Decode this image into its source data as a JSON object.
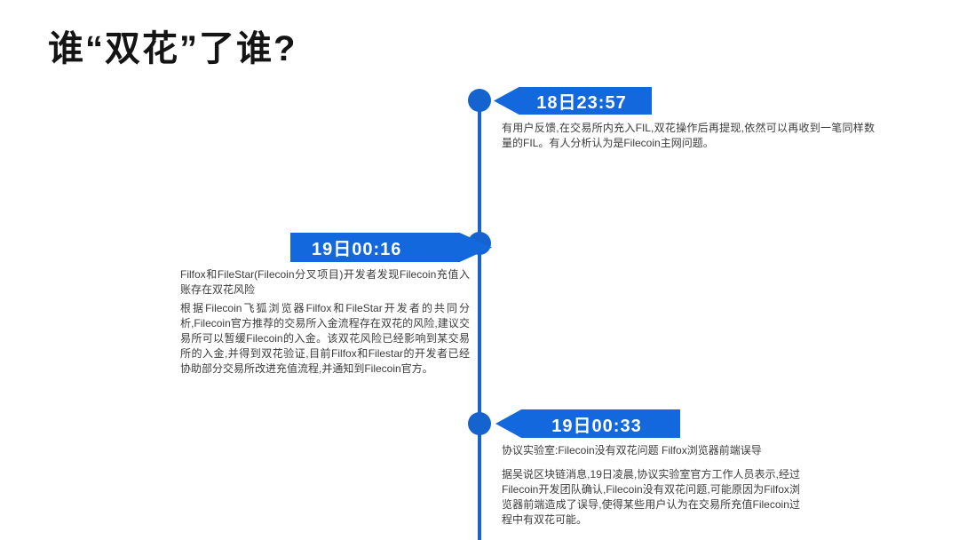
{
  "slide": {
    "title": "谁“双花”了谁?"
  },
  "colors": {
    "accent_blue": "#1268DC",
    "timeline_blue": "#1463CE",
    "badge_text": "#ffffff",
    "text_dark": "#3c3c3c",
    "title_color": "#141414",
    "slide_bg": "#ffffff"
  },
  "timeline": {
    "events": [
      {
        "time": "18日23:57",
        "side": "right",
        "body": "有用户反馈,在交易所内充入FIL,双花操作后再提现,依然可以再收到一笔同样数量的FIL。有人分析认为是Filecoin主网问题。"
      },
      {
        "time": "19日00:16",
        "side": "left",
        "heading": "Filfox和FileStar(Filecoin分叉项目)开发者发现Filecoin充值入账存在双花风险",
        "body": "根据Filecoin飞狐浏览器Filfox和FileStar开发者的共同分析,Filecoin官方推荐的交易所入金流程存在双花的风险,建议交易所可以暂缓Filecoin的入金。该双花风险已经影响到某交易所的入金,并得到双花验证,目前Filfox和Filestar的开发者已经协助部分交易所改进充值流程,并通知到Filecoin官方。"
      },
      {
        "time": "19日00:33",
        "side": "right",
        "heading": "协议实验室:Filecoin没有双花问题 Filfox浏览器前端误导",
        "body": "据吴说区块链消息,19日凌晨,协议实验室官方工作人员表示,经过Filecoin开发团队确认,Filecoin没有双花问题,可能原因为Filfox浏览器前端造成了误导,使得某些用户认为在交易所充值Filecoin过程中有双花可能。"
      }
    ]
  }
}
